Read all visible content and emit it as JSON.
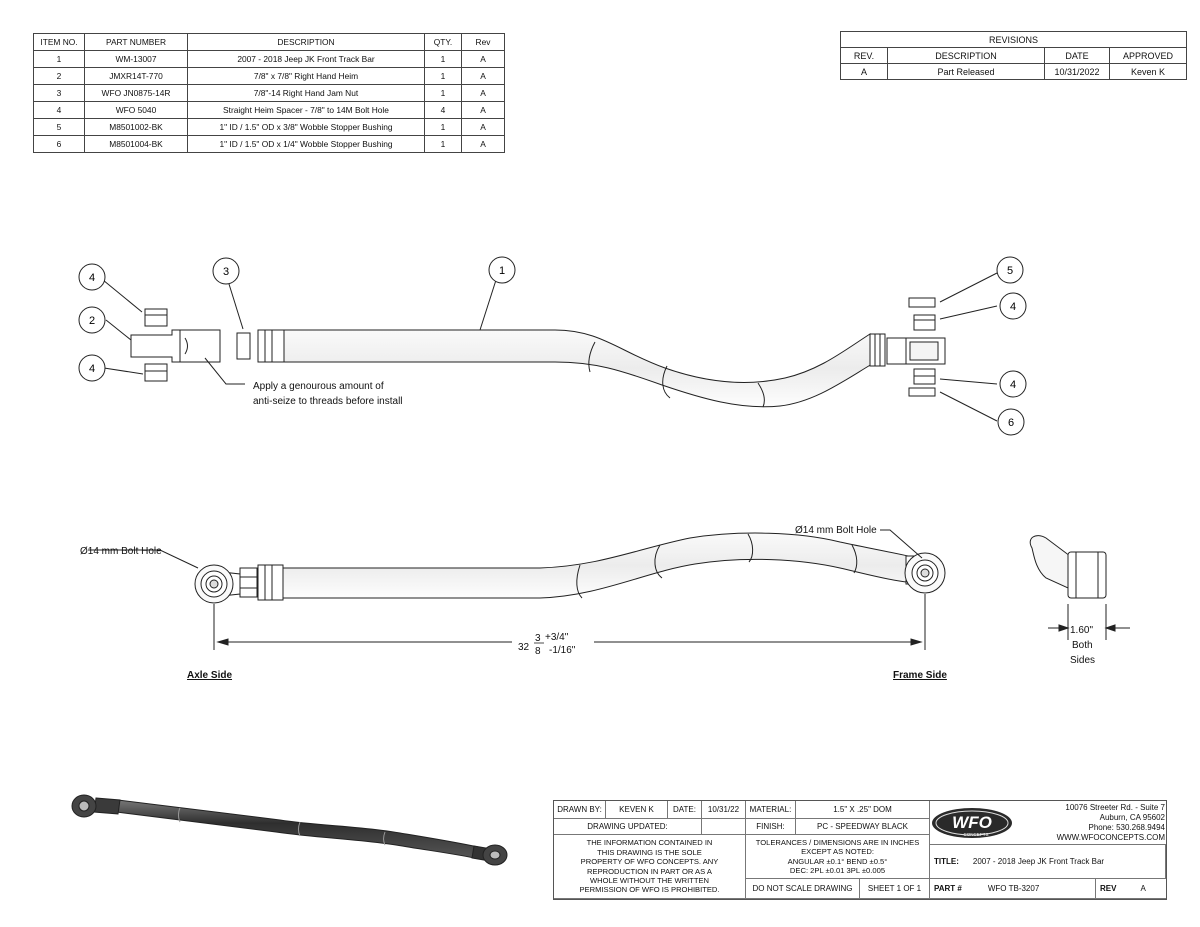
{
  "bom": {
    "headers": [
      "ITEM NO.",
      "PART NUMBER",
      "DESCRIPTION",
      "QTY.",
      "Rev"
    ],
    "rows": [
      [
        "1",
        "WM-13007",
        "2007 - 2018 Jeep JK Front Track Bar",
        "1",
        "A"
      ],
      [
        "2",
        "JMXR14T-770",
        "7/8\" x 7/8\" Right Hand Heim",
        "1",
        "A"
      ],
      [
        "3",
        "WFO JN0875-14R",
        "7/8\"-14 Right Hand Jam Nut",
        "1",
        "A"
      ],
      [
        "4",
        "WFO 5040",
        "Straight Heim Spacer - 7/8\" to 14M Bolt Hole",
        "4",
        "A"
      ],
      [
        "5",
        "M8501002-BK",
        "1\" ID / 1.5\" OD x 3/8\" Wobble Stopper Bushing",
        "1",
        "A"
      ],
      [
        "6",
        "M8501004-BK",
        "1\" ID / 1.5\" OD x 1/4\" Wobble Stopper Bushing",
        "1",
        "A"
      ]
    ]
  },
  "revisions": {
    "title": "REVISIONS",
    "headers": [
      "REV.",
      "DESCRIPTION",
      "DATE",
      "APPROVED"
    ],
    "rows": [
      [
        "A",
        "Part Released",
        "10/31/2022",
        "Keven K"
      ]
    ]
  },
  "balloons": [
    "4",
    "2",
    "4",
    "3",
    "1",
    "5",
    "4",
    "4",
    "6"
  ],
  "notes": {
    "anti_seize_1": "Apply a genourous amount of",
    "anti_seize_2": "anti-seize to threads before install",
    "bolt_hole_left": "Ø14 mm Bolt Hole",
    "bolt_hole_right": "Ø14 mm Bolt Hole",
    "dim_whole": "32",
    "dim_num": "3",
    "dim_den": "8",
    "dim_tol_plus": "+3/4\"",
    "dim_tol_minus": "-1/16\"",
    "axle_side": "Axle Side",
    "frame_side": "Frame Side",
    "width_dim": "1.60\"",
    "width_both": "Both",
    "width_sides": "Sides"
  },
  "title_block": {
    "drawn_by_label": "DRAWN BY:",
    "drawn_by": "KEVEN K",
    "date_label": "DATE:",
    "date": "10/31/22",
    "material_label": "MATERIAL:",
    "material": "1.5\" X .25\" DOM",
    "drawing_updated": "DRAWING UPDATED:",
    "finish_label": "FINISH:",
    "finish": "PC - SPEEDWAY BLACK",
    "notice": "THE INFORMATION CONTAINED IN THIS DRAWING IS THE SOLE PROPERTY OF WFO CONCEPTS.  ANY REPRODUCTION IN PART OR AS A WHOLE WITHOUT THE WRITTEN PERMISSION OF WFO IS PROHIBITED.",
    "tol_1": "TOLERANCES / DIMENSIONS ARE IN INCHES",
    "tol_2": "EXCEPT AS NOTED:",
    "tol_3": "ANGULAR ±0.1°   BEND ±0.5°",
    "tol_4": "DEC: 2PL ±0.01  3PL ±0.005",
    "do_not_scale": "DO NOT SCALE DRAWING",
    "sheet": "SHEET 1 OF 1",
    "logo_text": "WFO",
    "logo_sub": "CONCEPTS",
    "addr_1": "10076 Streeter Rd. - Suite 7",
    "addr_2": "Auburn, CA 95602",
    "addr_3": "Phone: 530.268.9494",
    "addr_4": "WWW.WFOCONCEPTS.COM",
    "title_label": "TITLE:",
    "title": "2007 - 2018 Jeep JK Front Track Bar",
    "part_label": "PART #",
    "part": "WFO TB-3207",
    "rev_label": "REV",
    "rev": "A"
  }
}
